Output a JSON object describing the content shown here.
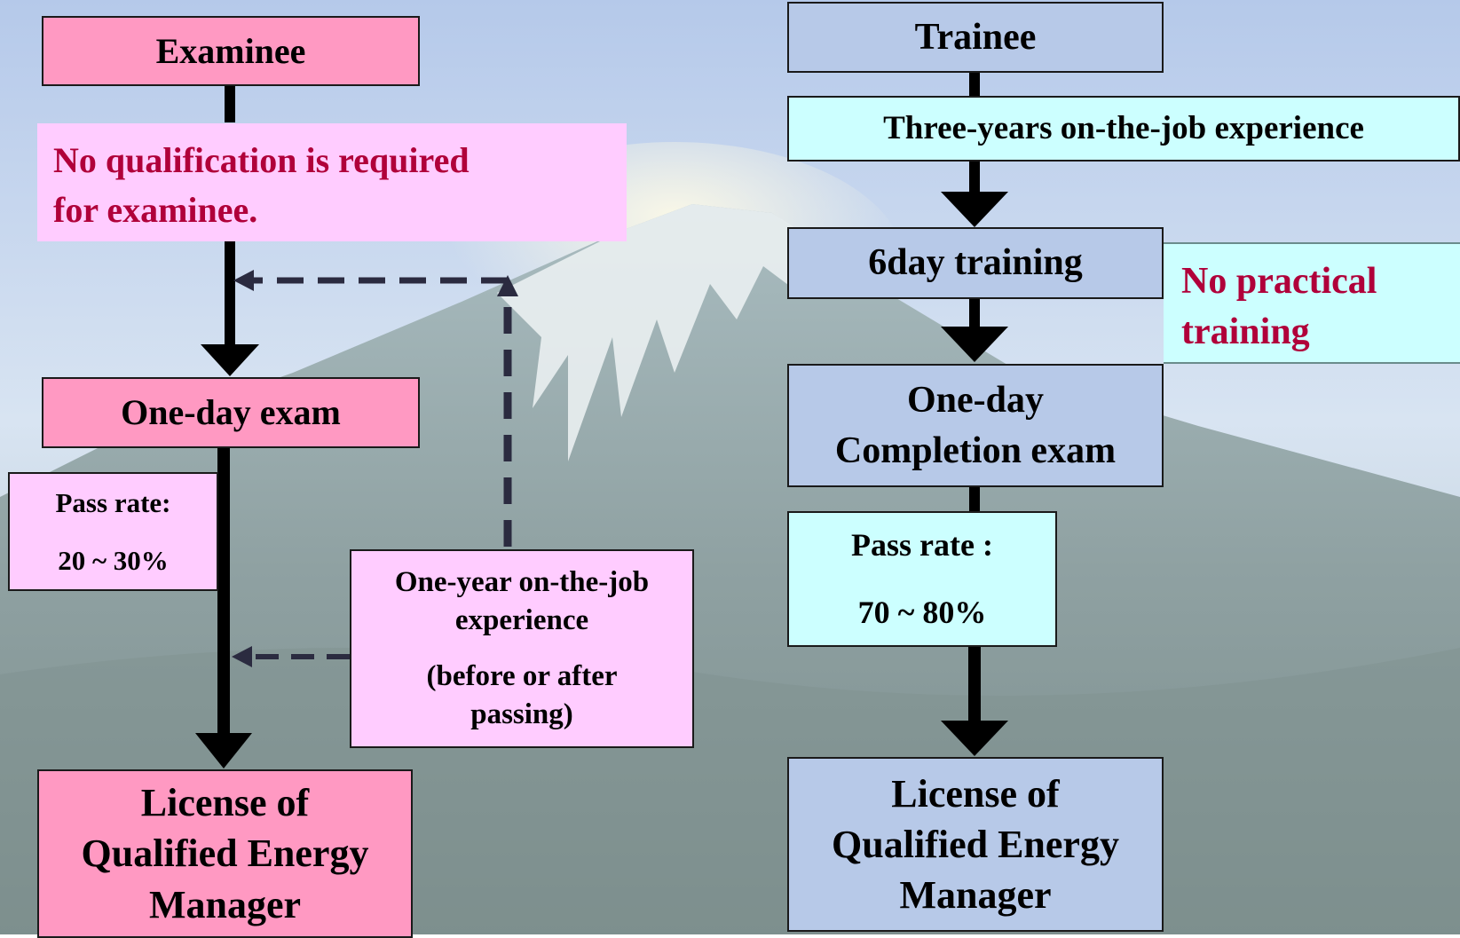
{
  "colors": {
    "pink_box": "#ff99c2",
    "lavender_box": "#ffccff",
    "blue_box": "#b7c9e8",
    "cyan_box": "#ccffff",
    "note_text": "#b0003a",
    "dashed_arrow": "#2b2b40"
  },
  "left_path": {
    "examinee": "Examinee",
    "note_line1": "No qualification is required",
    "note_line2": "for examinee.",
    "exam": "One-day exam",
    "pass_rate_label": "Pass rate:",
    "pass_rate_value": "20 ~ 30%",
    "experience_line1": "One-year on-the-job",
    "experience_line2": "experience",
    "experience_line3": "(before or after",
    "experience_line4": "passing)",
    "license_line1": "License of",
    "license_line2": "Qualified Energy",
    "license_line3": "Manager"
  },
  "right_path": {
    "trainee": "Trainee",
    "experience": "Three-years on-the-job experience",
    "training": "6day training",
    "note_line1": "No practical",
    "note_line2": "training",
    "exam_line1": "One-day",
    "exam_line2": "Completion exam",
    "pass_rate_label": "Pass rate :",
    "pass_rate_value": "70 ~ 80%",
    "license_line1": "License of",
    "license_line2": "Qualified Energy",
    "license_line3": "Manager"
  }
}
